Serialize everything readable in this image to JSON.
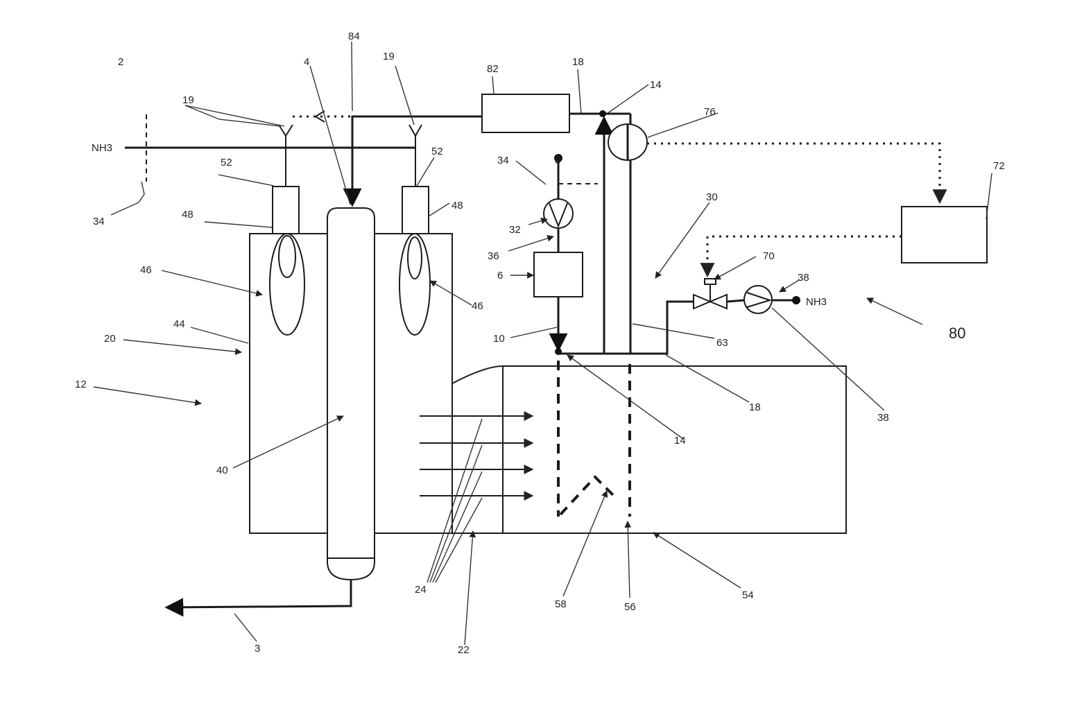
{
  "figure": {
    "labels": {
      "l2": "2",
      "l3": "3",
      "l4": "4",
      "l6": "6",
      "l8": "8",
      "l10": "10",
      "l12": "12",
      "l14a": "14",
      "l14b": "14",
      "l18a": "18",
      "l18b": "18",
      "l19a": "19",
      "l19b": "19",
      "l20": "20",
      "l22": "22",
      "l24": "24",
      "l30": "30",
      "l32": "32",
      "l34a": "34",
      "l34b": "34",
      "l36": "36",
      "l38a": "38",
      "l38b": "38",
      "l40": "40",
      "l44": "44",
      "l46a": "46",
      "l46b": "46",
      "l48a": "48",
      "l48b": "48",
      "l52a": "52",
      "l52b": "52",
      "l54": "54",
      "l56": "56",
      "l58": "58",
      "l63": "63",
      "l70": "70",
      "l72": "72",
      "l76": "76",
      "l80": "80",
      "l82": "82",
      "l84": "84",
      "nh3_left": "NH3",
      "nh3_right": "NH3"
    }
  }
}
